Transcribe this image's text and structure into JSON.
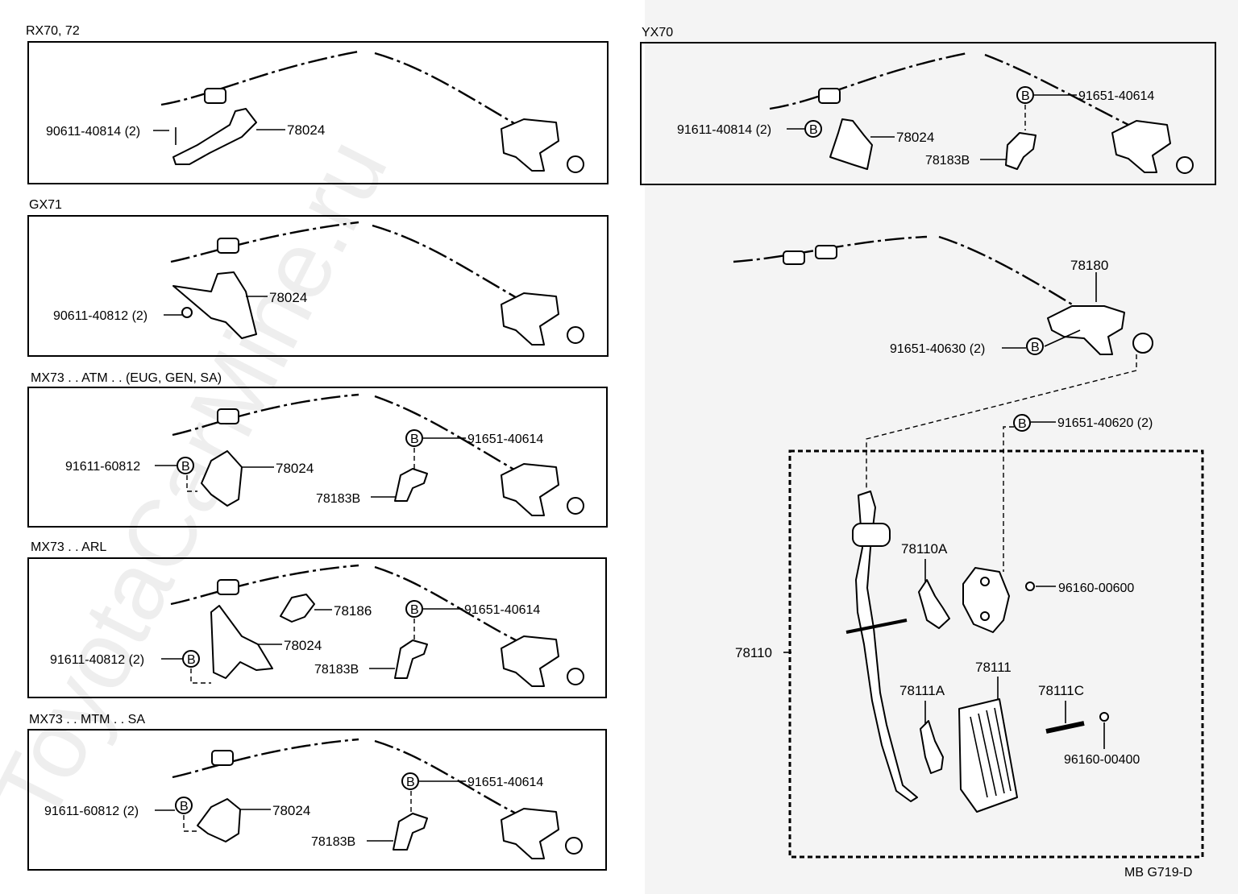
{
  "watermark": "ToyotaCarMine.ru",
  "code": "MB G719-D",
  "panels": [
    {
      "title": "RX70, 72",
      "labels": [
        "78024",
        "90611-40814 (2)"
      ]
    },
    {
      "title": "GX71",
      "labels": [
        "78024",
        "90611-40812 (2)"
      ]
    },
    {
      "title": "MX73 . . ATM . . (EUG, GEN, SA)",
      "labels": [
        "91651-40614",
        "91611-60812",
        "78024",
        "78183B"
      ]
    },
    {
      "title": "MX73 . . ARL",
      "labels": [
        "78186",
        "91651-40614",
        "78024",
        "91611-40812 (2)",
        "78183B"
      ]
    },
    {
      "title": "MX73 . . MTM . . SA",
      "labels": [
        "91651-40614",
        "91611-60812 (2)",
        "78024",
        "78183B"
      ]
    },
    {
      "title": "YX70",
      "labels": [
        "91651-40614",
        "91611-40814 (2)",
        "78024",
        "78183B"
      ]
    }
  ],
  "main": {
    "labels": [
      "78180",
      "91651-40630 (2)",
      "91651-40620 (2)",
      "78110A",
      "96160-00600",
      "78110",
      "78111",
      "78111A",
      "78111C",
      "96160-00400"
    ]
  },
  "bolt_marker": "B"
}
